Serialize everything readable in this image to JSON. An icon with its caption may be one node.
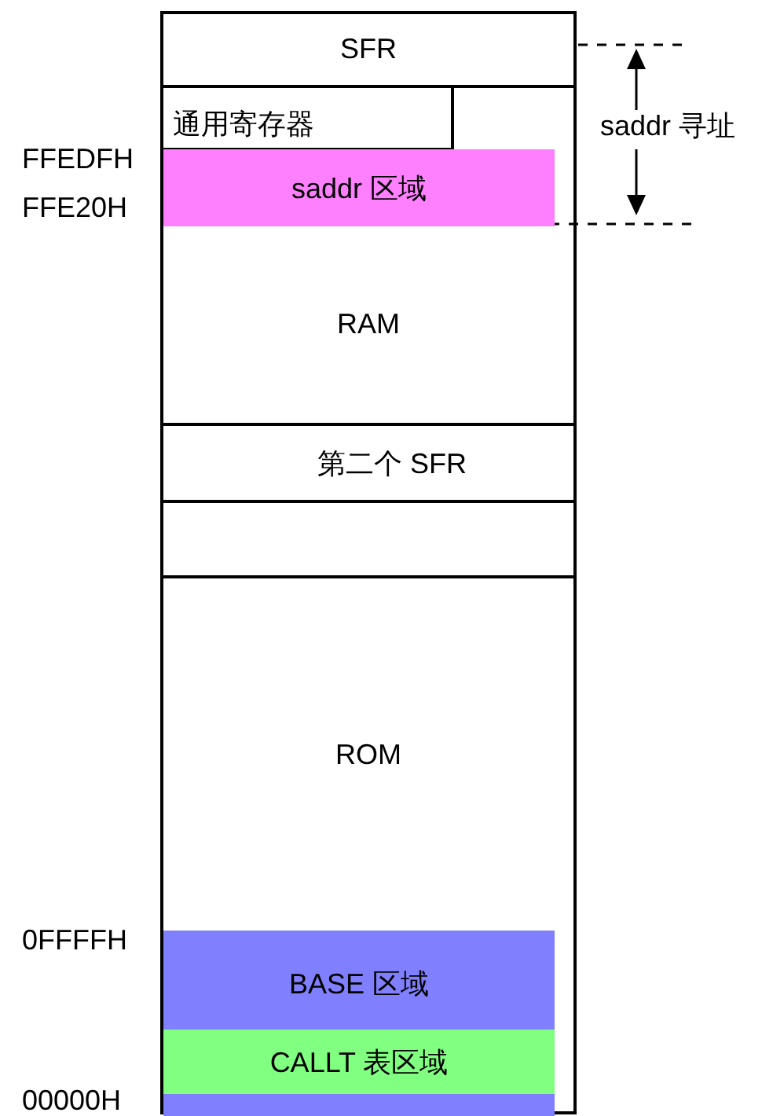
{
  "diagram": {
    "nodes": [
      {
        "text": [],
        "shape": "box"
      },
      {
        "text": [
          "SFR"
        ],
        "in": 0
      },
      {
        "text": [
          "通用寄存器"
        ],
        "in": 0
      },
      {
        "text": [
          "saddr 区域"
        ],
        "in": 0
      },
      {
        "text": [
          "RAM"
        ],
        "in": 0
      },
      {
        "text": [
          "第二个 SFR"
        ],
        "in": 0
      },
      {
        "text": [],
        "shape": "box",
        "in": 0
      },
      {
        "text": [
          "ROM"
        ],
        "in": 0
      },
      {
        "text": [
          "BASE 区域"
        ],
        "in": 0
      },
      {
        "text": [
          "CALLT 表区域"
        ],
        "in": 8
      }
    ],
    "edges": [],
    "labels": [
      "saddr 寻址",
      "FFEDFH",
      "FFE20H",
      "0FFFFH",
      "00000H"
    ]
  }
}
